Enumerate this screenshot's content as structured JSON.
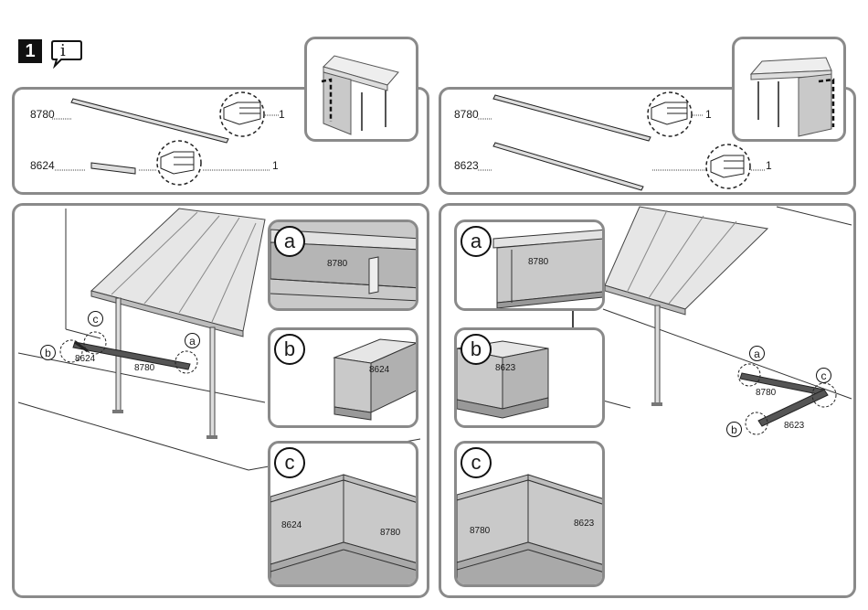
{
  "header": {
    "step_number": "1",
    "info_label": "i"
  },
  "left": {
    "parts": [
      {
        "code": "8780",
        "quantity": "1"
      },
      {
        "code": "8624",
        "quantity": "1"
      }
    ],
    "diagram_labels": {
      "short_part": "8624",
      "long_part": "8780",
      "mark_a": "a",
      "mark_b": "b",
      "mark_c": "c"
    },
    "insets": [
      {
        "letter": "a",
        "labels": [
          "8780"
        ]
      },
      {
        "letter": "b",
        "labels": [
          "8624"
        ]
      },
      {
        "letter": "c",
        "labels": [
          "8624",
          "8780"
        ]
      }
    ]
  },
  "right": {
    "parts": [
      {
        "code": "8780",
        "quantity": "1"
      },
      {
        "code": "8623",
        "quantity": "1"
      }
    ],
    "diagram_labels": {
      "long_part": "8780",
      "short_part": "8623",
      "mark_a": "a",
      "mark_b": "b",
      "mark_c": "c"
    },
    "insets": [
      {
        "letter": "a",
        "labels": [
          "8780"
        ]
      },
      {
        "letter": "b",
        "labels": [
          "8623"
        ]
      },
      {
        "letter": "c",
        "labels": [
          "8780",
          "8623"
        ]
      }
    ]
  },
  "colors": {
    "frame": "#8a8a8a",
    "part_fill": "#c9c9c9",
    "ink": "#111111"
  }
}
